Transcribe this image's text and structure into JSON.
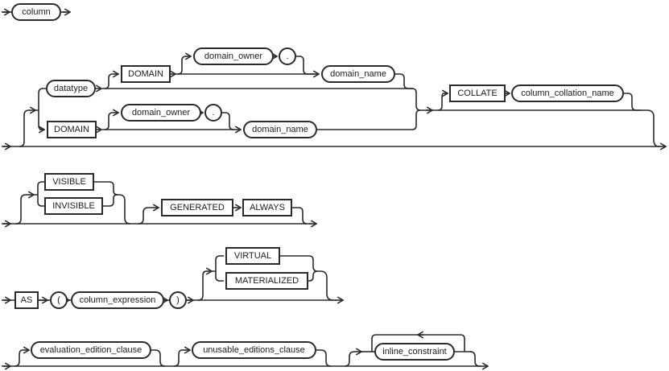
{
  "diagram": {
    "type": "railroad-syntax-diagram",
    "colors": {
      "line": "#2b2b2b",
      "background": "#ffffff",
      "text": "#1c1c1c"
    },
    "rows": {
      "row1": {
        "column": "column"
      },
      "row2": {
        "datatype": "datatype",
        "domain_keyword_top": "DOMAIN",
        "domain_owner_top": "domain_owner",
        "dot_top": ".",
        "domain_name_top": "domain_name",
        "domain_keyword_bottom": "DOMAIN",
        "domain_owner_bottom": "domain_owner",
        "dot_bottom": ".",
        "domain_name_bottom": "domain_name",
        "collate_keyword": "COLLATE",
        "column_collation_name": "column_collation_name"
      },
      "row3": {
        "visible_keyword": "VISIBLE",
        "invisible_keyword": "INVISIBLE",
        "generated_keyword": "GENERATED",
        "always_keyword": "ALWAYS"
      },
      "row4": {
        "as_keyword": "AS",
        "open_paren": "(",
        "column_expression": "column_expression",
        "close_paren": ")",
        "virtual_keyword": "VIRTUAL",
        "materialized_keyword": "MATERIALIZED"
      },
      "row5": {
        "evaluation_edition_clause": "evaluation_edition_clause",
        "unusable_editions_clause": "unusable_editions_clause",
        "inline_constraint": "inline_constraint"
      }
    }
  }
}
